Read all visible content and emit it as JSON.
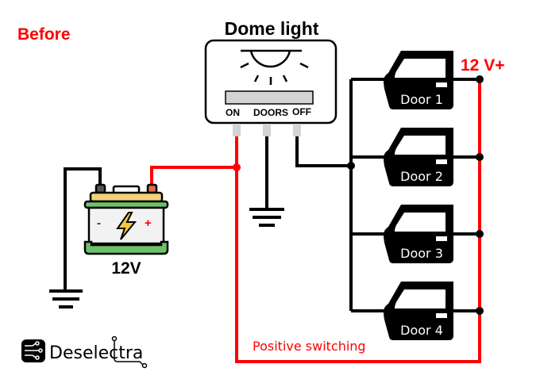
{
  "title": {
    "text": "Before",
    "color": "#ff0000"
  },
  "dome_light": {
    "label": "Dome light",
    "switch_positions": [
      "ON",
      "DOORS",
      "OFF"
    ]
  },
  "battery": {
    "label": "12V",
    "minus": "-",
    "plus": "+"
  },
  "supply_label": {
    "text": "12 V+",
    "color": "#ff0000"
  },
  "doors": [
    {
      "label": "Door 1"
    },
    {
      "label": "Door 2"
    },
    {
      "label": "Door 3"
    },
    {
      "label": "Door 4"
    }
  ],
  "switching_label": {
    "text": "Positive switching",
    "color": "#ff0000"
  },
  "logo": {
    "text": "Deselectra"
  },
  "colors": {
    "positive_wire": "#ff0000",
    "ground_wire": "#000000",
    "battery_top": "#f2d27a",
    "battery_band": "#6cc06a",
    "switch_grey": "#d3d3d3"
  }
}
